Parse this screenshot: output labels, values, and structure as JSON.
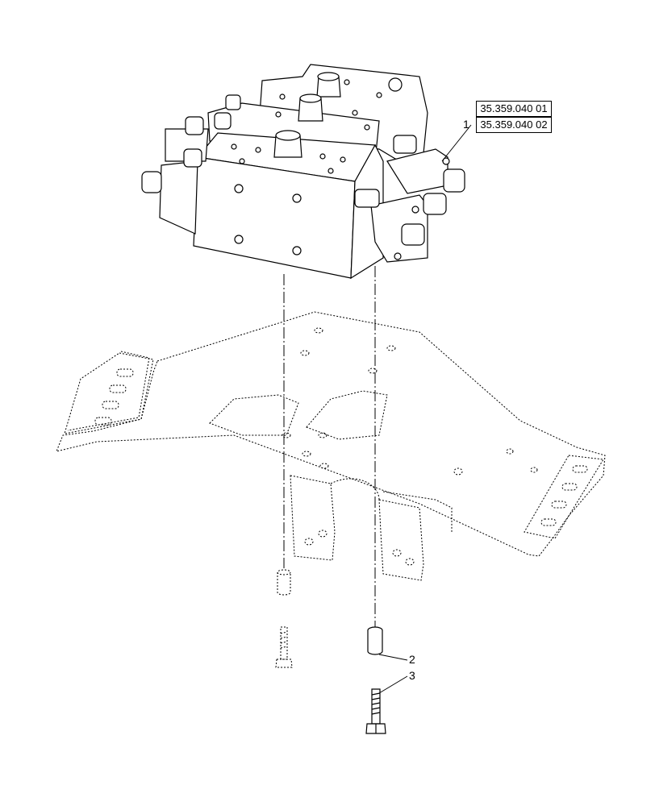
{
  "references": [
    {
      "code": "35.359.040 01"
    },
    {
      "code": "35.359.040 02"
    }
  ],
  "callouts": [
    {
      "number": "1",
      "part": "control-valve-assembly"
    },
    {
      "number": "2",
      "part": "spacer-bushing"
    },
    {
      "number": "3",
      "part": "bolt"
    }
  ],
  "colors": {
    "line": "#000000",
    "background": "#ffffff",
    "hidden_part": "#000000"
  }
}
